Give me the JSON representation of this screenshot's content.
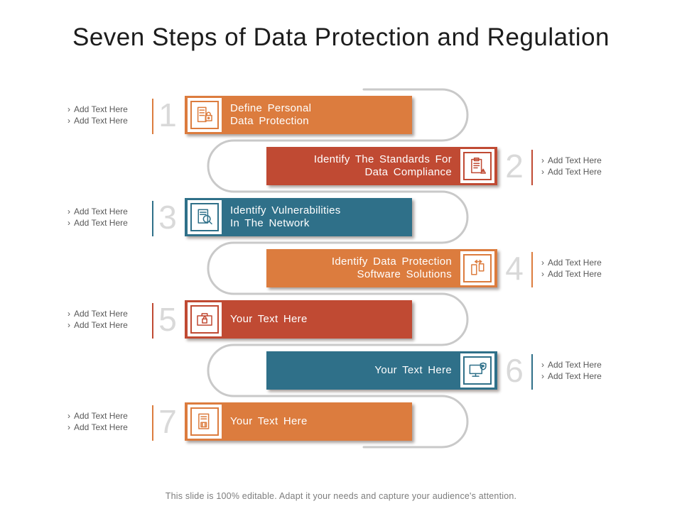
{
  "title": "Seven Steps of Data Protection and Regulation",
  "footer": "This slide is 100% editable. Adapt it your needs and capture your audience's attention.",
  "decor": {
    "track_color": "#c9c9c9",
    "number_color": "#d9d9d9",
    "side_text_color": "#595959",
    "bullet": "›"
  },
  "colors": {
    "orange": "#dc7c3e",
    "red": "#c04a33",
    "teal": "#2f7089"
  },
  "steps": [
    {
      "number": "1",
      "side": "left",
      "color": "#dc7c3e",
      "icon": "document-lock-icon",
      "lines": [
        "Define Personal",
        "Data Protection"
      ],
      "side_items": [
        "Add Text Here",
        "Add Text Here"
      ]
    },
    {
      "number": "2",
      "side": "right",
      "color": "#c04a33",
      "icon": "clipboard-warning-icon",
      "lines": [
        "Identify The Standards For",
        "Data Compliance"
      ],
      "side_items": [
        "Add Text Here",
        "Add Text Here"
      ]
    },
    {
      "number": "3",
      "side": "left",
      "color": "#2f7089",
      "icon": "document-search-icon",
      "lines": [
        "Identify Vulnerabilities",
        "In The Network"
      ],
      "side_items": [
        "Add Text Here",
        "Add Text Here"
      ]
    },
    {
      "number": "4",
      "side": "right",
      "color": "#dc7c3e",
      "icon": "data-transfer-icon",
      "lines": [
        "Identify Data Protection",
        "Software Solutions"
      ],
      "side_items": [
        "Add Text Here",
        "Add Text Here"
      ]
    },
    {
      "number": "5",
      "side": "left",
      "color": "#c04a33",
      "icon": "briefcase-lock-icon",
      "lines": [
        "Your Text Here"
      ],
      "side_items": [
        "Add Text Here",
        "Add Text Here"
      ]
    },
    {
      "number": "6",
      "side": "right",
      "color": "#2f7089",
      "icon": "monitor-shield-icon",
      "lines": [
        "Your Text Here"
      ],
      "side_items": [
        "Add Text Here",
        "Add Text Here"
      ]
    },
    {
      "number": "7",
      "side": "left",
      "color": "#dc7c3e",
      "icon": "document-report-icon",
      "lines": [
        "Your Text Here"
      ],
      "side_items": [
        "Add Text Here",
        "Add Text Here"
      ]
    }
  ]
}
